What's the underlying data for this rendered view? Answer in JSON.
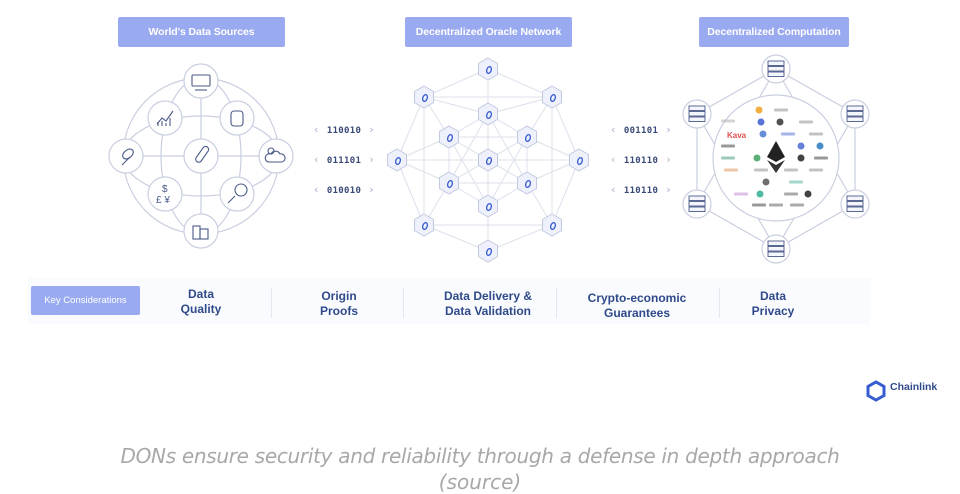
{
  "panels": {
    "sources": {
      "title": "World's Data Sources",
      "icons": [
        "monitor-icon",
        "chart-icon",
        "smartwatch-icon",
        "satellite-icon",
        "thermometer-icon",
        "weather-icon",
        "currency-icon",
        "sports-ball-icon",
        "buildings-icon"
      ],
      "currency_symbols": [
        "$",
        "£",
        "¥"
      ]
    },
    "oracle": {
      "title": "Decentralized Oracle Network"
    },
    "computation": {
      "title": "Decentralized Computation",
      "legible_logo": "Kava"
    }
  },
  "binary_left": [
    "110010",
    "011101",
    "010010"
  ],
  "binary_right": [
    "001101",
    "110110",
    "110110"
  ],
  "considerations": {
    "label": "Key Considerations",
    "items": [
      {
        "line1": "Data",
        "line2": "Quality"
      },
      {
        "line1": "Origin",
        "line2": "Proofs"
      },
      {
        "line1": "Data Delivery &",
        "line2": "Data Validation"
      },
      {
        "line1": "Crypto-economic",
        "line2": "Guarantees"
      },
      {
        "line1": "Data",
        "line2": "Privacy"
      }
    ]
  },
  "brand": {
    "name": "Chainlink",
    "color": "#375bd2"
  },
  "caption": {
    "line1": "DONs ensure security and reliability through a defense in depth approach",
    "line2": "(source)"
  },
  "colors": {
    "header": "#9aaaf0",
    "text": "#2f4a8a",
    "line": "#c9cfe0"
  }
}
